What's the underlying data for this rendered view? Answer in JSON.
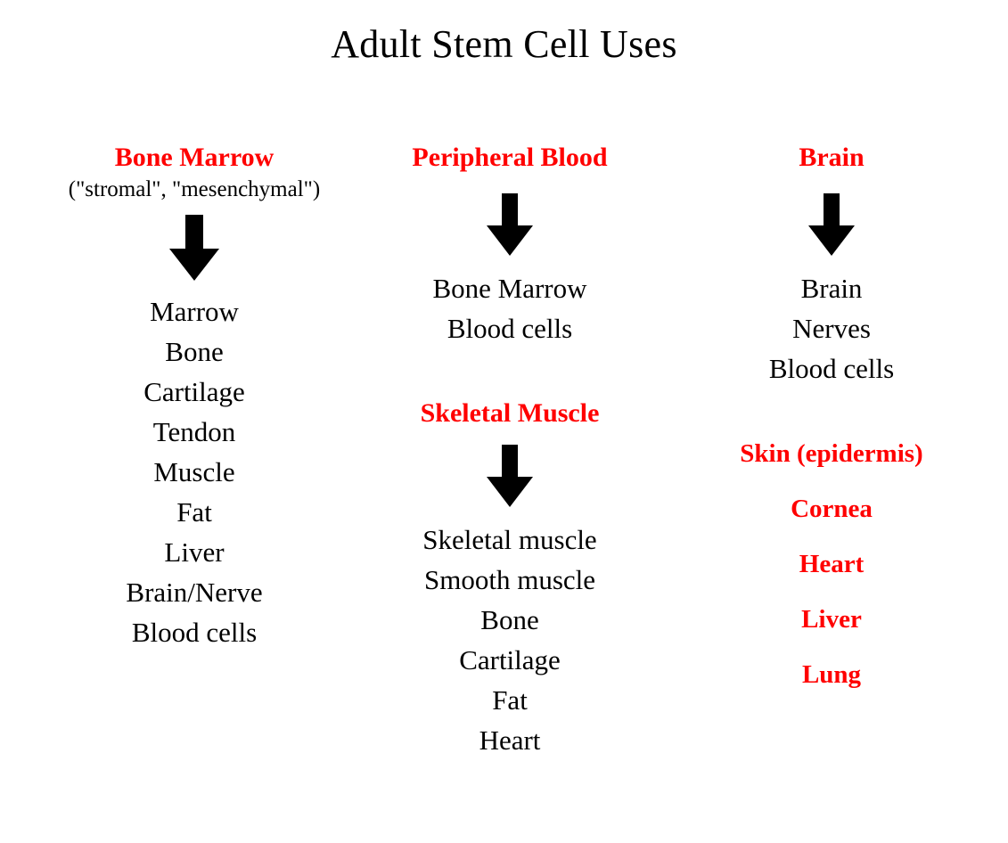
{
  "slide": {
    "title": "Adult Stem Cell Uses",
    "background_color": "#FFFFFF",
    "heading_color": "#FF0000",
    "text_color": "#000000",
    "arrow_icon": "down-arrow-icon"
  },
  "columns": [
    {
      "id": "bone-marrow",
      "heading": "Bone Marrow",
      "subheading": "(\"stromal\", \"mesenchymal\")",
      "arrow": "down-arrow-icon",
      "items": [
        "Marrow",
        "Bone",
        "Cartilage",
        "Tendon",
        "Muscle",
        "Fat",
        "Liver",
        "Brain/Nerve",
        "Blood cells"
      ]
    },
    {
      "id": "peripheral-blood",
      "heading": "Peripheral Blood",
      "arrow": "down-arrow-icon",
      "items": [
        "Bone Marrow",
        "Blood cells"
      ]
    },
    {
      "id": "skeletal-muscle",
      "heading": "Skeletal Muscle",
      "arrow": "down-arrow-icon",
      "items": [
        "Skeletal muscle",
        "Smooth muscle",
        "Bone",
        "Cartilage",
        "Fat",
        "Heart"
      ]
    },
    {
      "id": "brain",
      "heading": "Brain",
      "arrow": "down-arrow-icon",
      "items": [
        "Brain",
        "Nerves",
        "Blood cells"
      ]
    },
    {
      "id": "other-tissues",
      "heading": null,
      "red_items": [
        "Skin (epidermis)",
        "Cornea",
        "Heart",
        "Liver",
        "Lung"
      ]
    }
  ]
}
